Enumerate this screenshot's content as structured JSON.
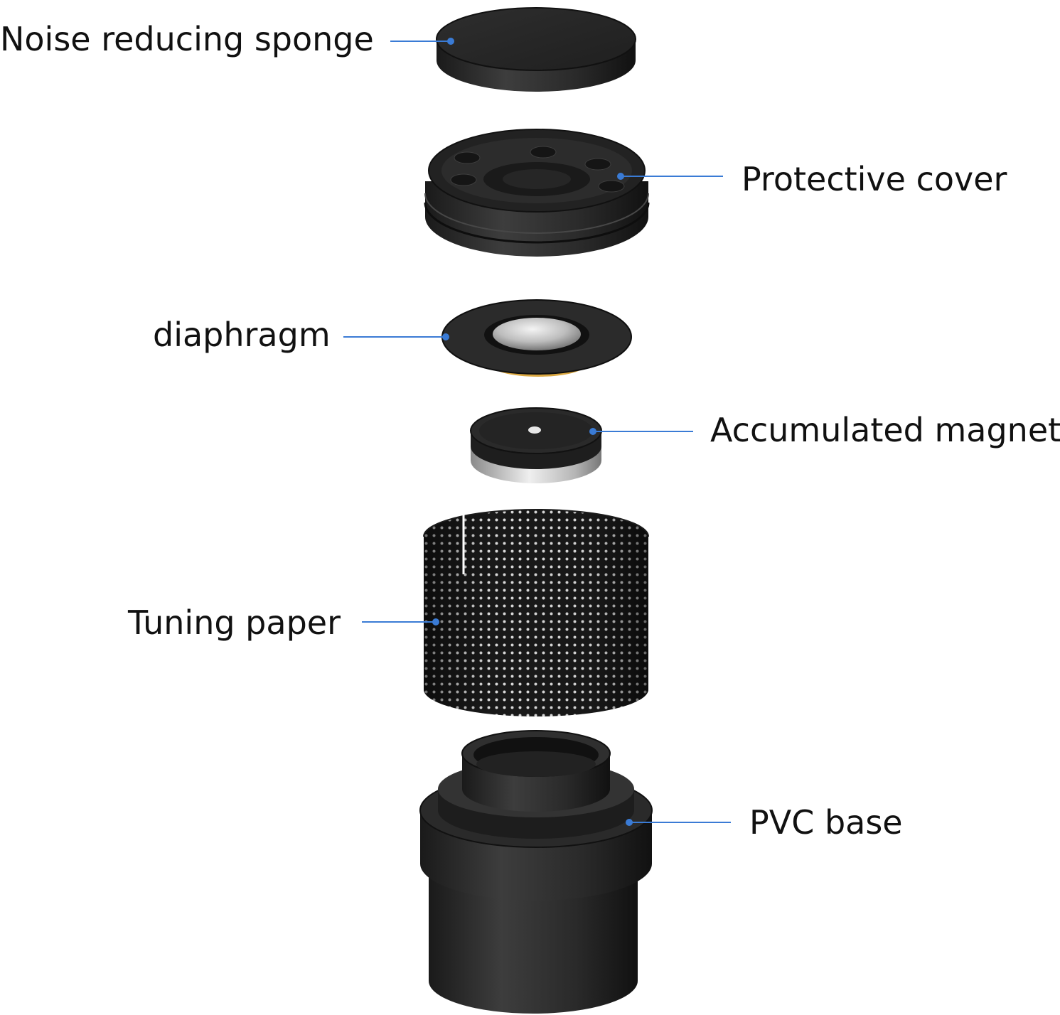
{
  "labels": {
    "sponge": "Noise reducing sponge",
    "cover": "Protective cover",
    "diaphragm": "diaphragm",
    "magnet": "Accumulated magnet",
    "tuning_paper": "Tuning paper",
    "base": "PVC base"
  },
  "colors": {
    "leader_line": "#3a7bd5",
    "part_dark": "#262626",
    "part_mid": "#3a3a3a",
    "magnet_silver": "#c8c8c8",
    "diaphragm_ring": "#d9a640",
    "background": "#ffffff"
  },
  "icons": {
    "sponge": "disc-shape",
    "cover": "cap-with-holes",
    "diaphragm": "dome-ring",
    "magnet": "cylinder-magnet",
    "tuning_paper": "perforated-cylinder",
    "base": "stepped-cylinder"
  }
}
